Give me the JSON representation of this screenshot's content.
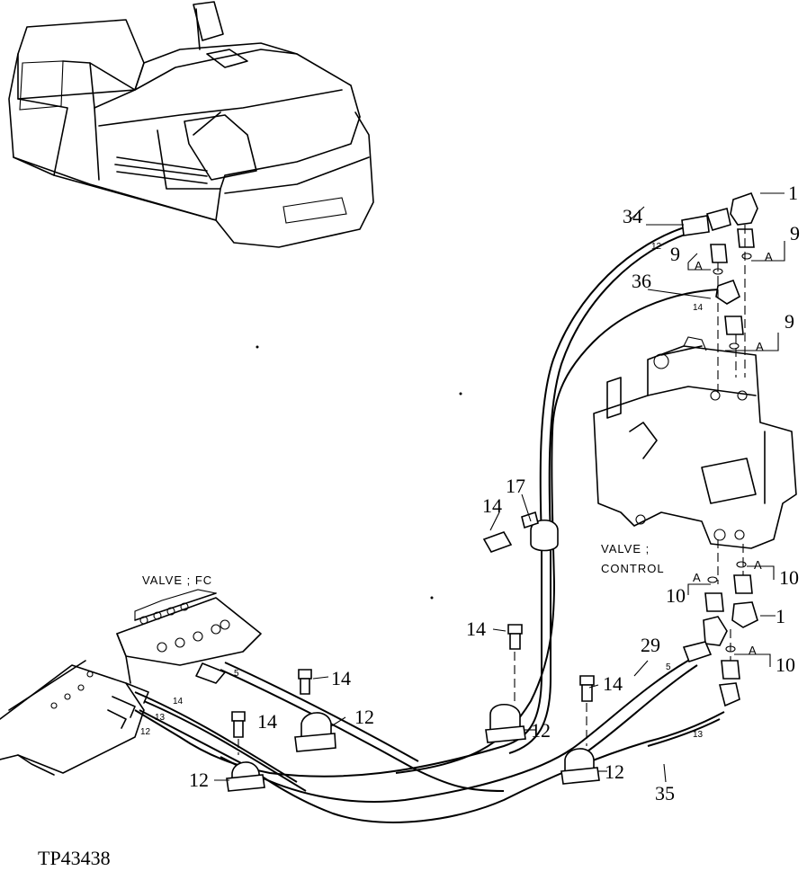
{
  "figure_id": "TP43438",
  "labels": {
    "valve_fc": "VALVE ; FC",
    "valve_control_line1": "VALVE ;",
    "valve_control_line2": "CONTROL",
    "a": "A"
  },
  "callouts": {
    "c1": "1",
    "c9": "9",
    "c10": "10",
    "c12": "12",
    "c14": "14",
    "c17": "17",
    "c29": "29",
    "c34": "34",
    "c35": "35",
    "c36": "36"
  },
  "hose_sizes": {
    "s5": "5",
    "s12": "12",
    "s13": "13",
    "s14": "14"
  }
}
